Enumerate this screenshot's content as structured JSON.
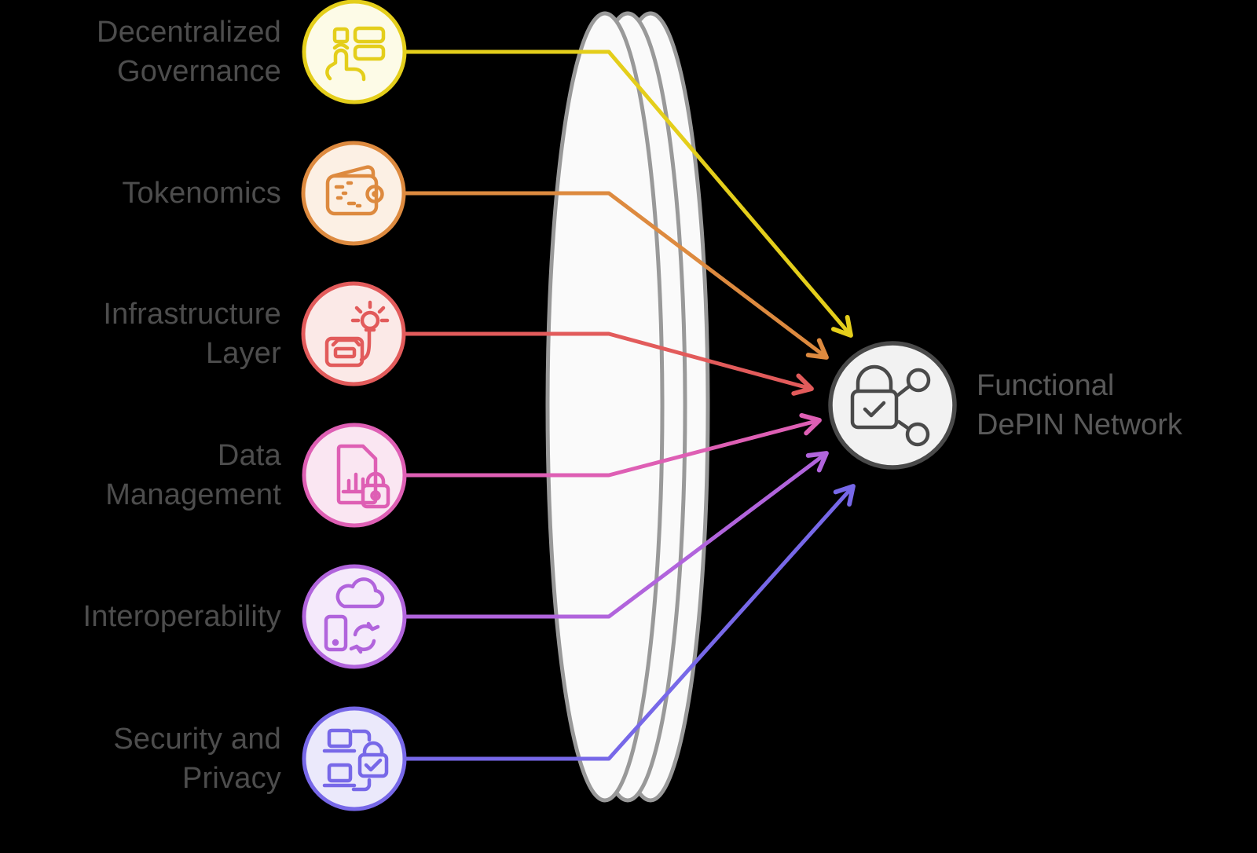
{
  "items": [
    {
      "label": "Decentralized\nGovernance",
      "icon": "vote-hand-icon",
      "color": "#E4CE1B",
      "fill": "#FDFBE7"
    },
    {
      "label": "Tokenomics",
      "icon": "wallet-icon",
      "color": "#DD8A3F",
      "fill": "#FCF0E4"
    },
    {
      "label": "Infrastructure\nLayer",
      "icon": "generator-bulb-icon",
      "color": "#E25B5B",
      "fill": "#FBE9E7"
    },
    {
      "label": "Data\nManagement",
      "icon": "document-lock-icon",
      "color": "#DE5FB4",
      "fill": "#FAE6F2"
    },
    {
      "label": "Interoperability",
      "icon": "cloud-sync-icon",
      "color": "#B164DC",
      "fill": "#F5EAFB"
    },
    {
      "label": "Security and\nPrivacy",
      "icon": "devices-lock-icon",
      "color": "#7768E8",
      "fill": "#EBE9FB"
    }
  ],
  "target": {
    "label": "Functional\nDePIN Network",
    "icon": "lock-share-icon",
    "color": "#4A4A4A",
    "fill": "#F2F2F2"
  },
  "lens": {
    "stroke": "#999999",
    "fill": "#FAFAFA"
  },
  "text_color": "#4D4D4D",
  "background": "#000000"
}
